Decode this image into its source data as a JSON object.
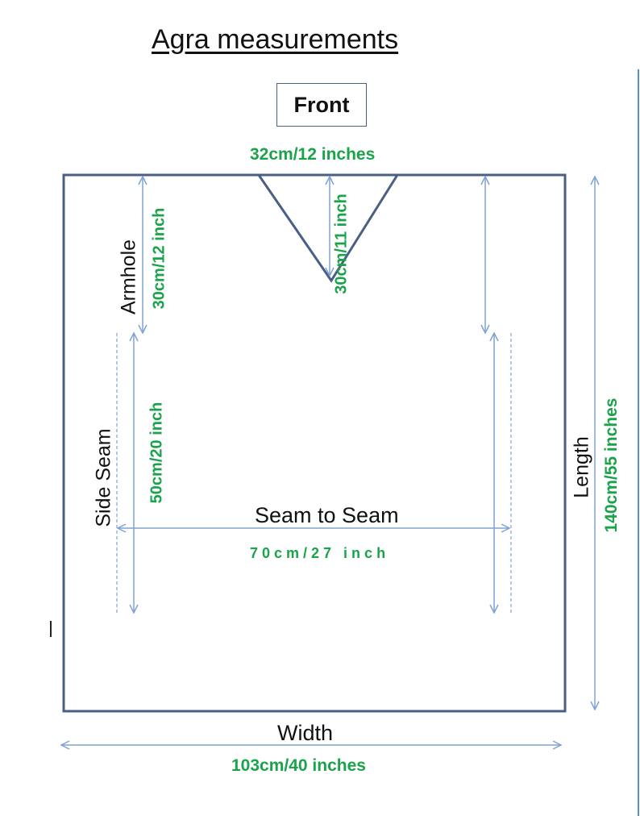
{
  "title": "Agra measurements",
  "front_label": "Front",
  "labels": {
    "neck_width": "32cm/12 inches",
    "armhole_label": "Armhole",
    "armhole_value": "30cm/12 inch",
    "neck_depth": "30cm/11 inch",
    "side_seam_label": "Side Seam",
    "side_seam_value": "50cm/20 inch",
    "seam_to_seam_label": "Seam to Seam",
    "seam_to_seam_value": "70cm/27 inch",
    "length_label": "Length",
    "length_value": "140cm/55 inches",
    "width_label": "Width",
    "width_value": "103cm/40 inches"
  },
  "colors": {
    "outline": "#4a5f85",
    "arrow": "#7fa3d6",
    "measurement_text": "#1aa34a",
    "label_text": "#111111"
  }
}
